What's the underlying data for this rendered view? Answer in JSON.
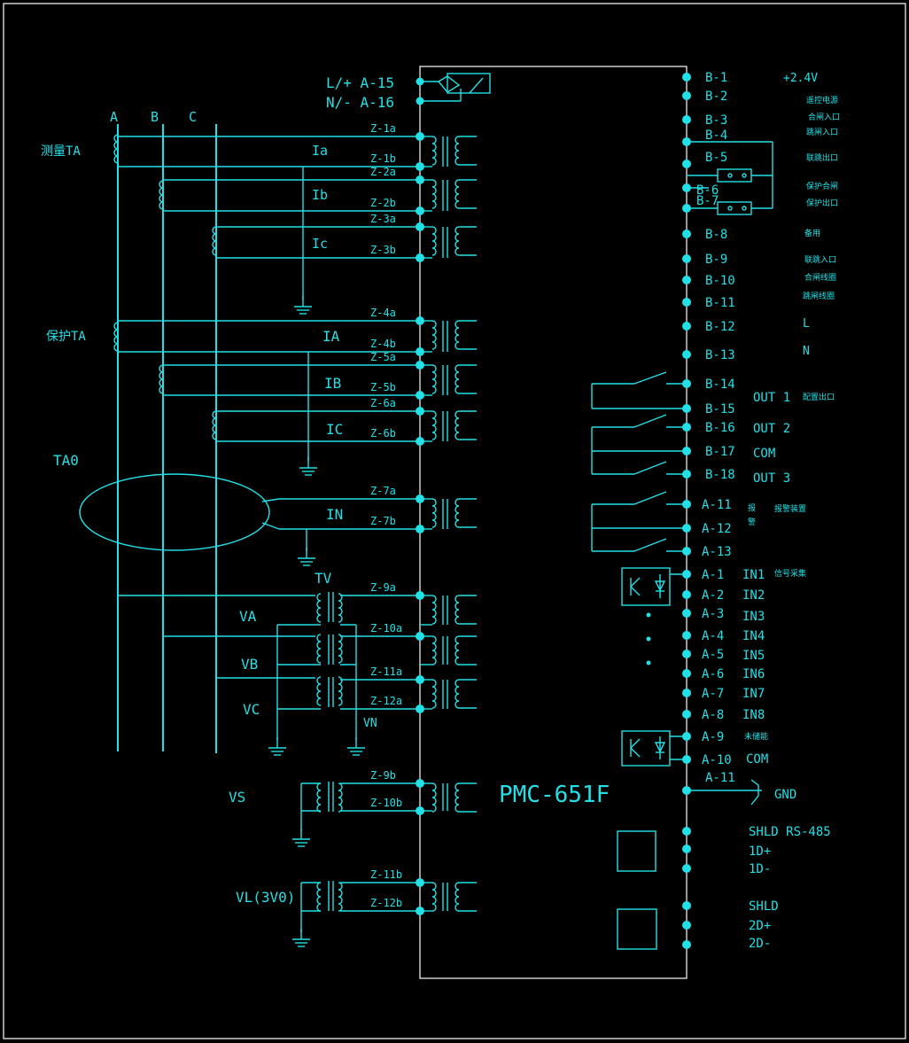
{
  "colors": {
    "background": "#000000",
    "line": "#22e0e6",
    "frame": "#ffffff"
  },
  "device_name": "PMC-651F",
  "phases": [
    "A",
    "B",
    "C"
  ],
  "power": {
    "plus": "L/+ A-15",
    "minus": "N/- A-16"
  },
  "left_labels": {
    "measure_ta": "测量TA",
    "protect_ta": "保护TA",
    "ta0": "TA0",
    "tv": "TV",
    "vs": "VS",
    "vl": "VL(3V0)"
  },
  "signal_labels": [
    "Ia",
    "Ib",
    "Ic",
    "IA",
    "IB",
    "IC",
    "IN",
    "VA",
    "VB",
    "VC",
    "VN"
  ],
  "z_terminals": [
    "Z-1a",
    "Z-1b",
    "Z-2a",
    "Z-2b",
    "Z-3a",
    "Z-3b",
    "Z-4a",
    "Z-4b",
    "Z-5a",
    "Z-5b",
    "Z-6a",
    "Z-6b",
    "Z-7a",
    "Z-7b",
    "Z-9a",
    "Z-10a",
    "Z-11a",
    "Z-12a",
    "Z-9b",
    "Z-10b",
    "Z-11b",
    "Z-12b"
  ],
  "b_terminals": [
    "B-1",
    "B-2",
    "B-3",
    "B-4",
    "B-5",
    "B-6",
    "B-7",
    "B-8",
    "B-9",
    "B-10",
    "B-11",
    "B-12",
    "B-13",
    "B-14",
    "B-15",
    "B-16",
    "B-17",
    "B-18"
  ],
  "a_terminals": [
    "A-11",
    "A-12",
    "A-13",
    "A-1",
    "A-2",
    "A-3",
    "A-4",
    "A-5",
    "A-6",
    "A-7",
    "A-8",
    "A-9",
    "A-10",
    "A-11"
  ],
  "right_labels": {
    "b1_voltage": "+2.4V",
    "remote_power": "遥控电源",
    "close_input": "合闸入口",
    "trip_input": "跳闸入口",
    "link_trip_out": "联跳出口",
    "protect_close": "保护合闸",
    "protect_out": "保护出口",
    "spare": "备用",
    "link_trip_in": "联跳入口",
    "close_coil": "合闸线圈",
    "trip_coil": "跳闸线圈",
    "l": "L",
    "n": "N",
    "config_out": "配置出口",
    "alarm1": "报",
    "alarm2": "警",
    "alarm_device": "报警装置",
    "signal_collect": "信号采集",
    "not_stored": "未储能",
    "gnd": "GND"
  },
  "outputs": [
    "OUT 1",
    "OUT 2",
    "COM",
    "OUT 3"
  ],
  "inputs": [
    "IN1",
    "IN2",
    "IN3",
    "IN4",
    "IN5",
    "IN6",
    "IN7",
    "IN8",
    "COM"
  ],
  "comm": {
    "shld_rs485": "SHLD RS-485",
    "d1p": "1D+",
    "d1m": "1D-",
    "shld": "SHLD",
    "d2p": "2D+",
    "d2m": "2D-"
  }
}
